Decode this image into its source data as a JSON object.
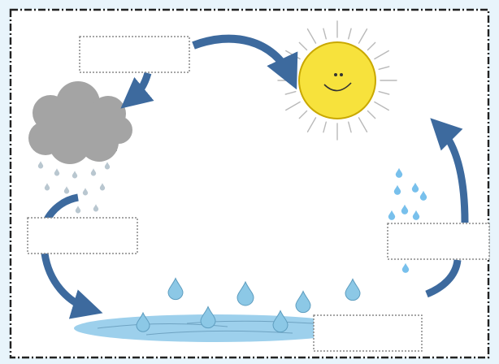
{
  "diagram": {
    "labels": [
      {
        "id": "top",
        "text": ""
      },
      {
        "id": "left",
        "text": ""
      },
      {
        "id": "right",
        "text": ""
      },
      {
        "id": "bottom",
        "text": ""
      }
    ],
    "colors": {
      "background": "#e8f4fb",
      "border": "#222222",
      "arrow": "#3d6a9e",
      "sun_fill": "#f7e23c",
      "sun_stroke": "#c9a800",
      "cloud": "#a4a4a4",
      "rain": "#b9c7d0",
      "water": "#9dd0ec",
      "droplet": "#8cc8e6",
      "vapor": "#78c0ec"
    },
    "icons": [
      "sun-icon",
      "cloud-icon",
      "rain-icon",
      "water-pool-icon",
      "droplet-icon",
      "vapor-icon"
    ]
  }
}
